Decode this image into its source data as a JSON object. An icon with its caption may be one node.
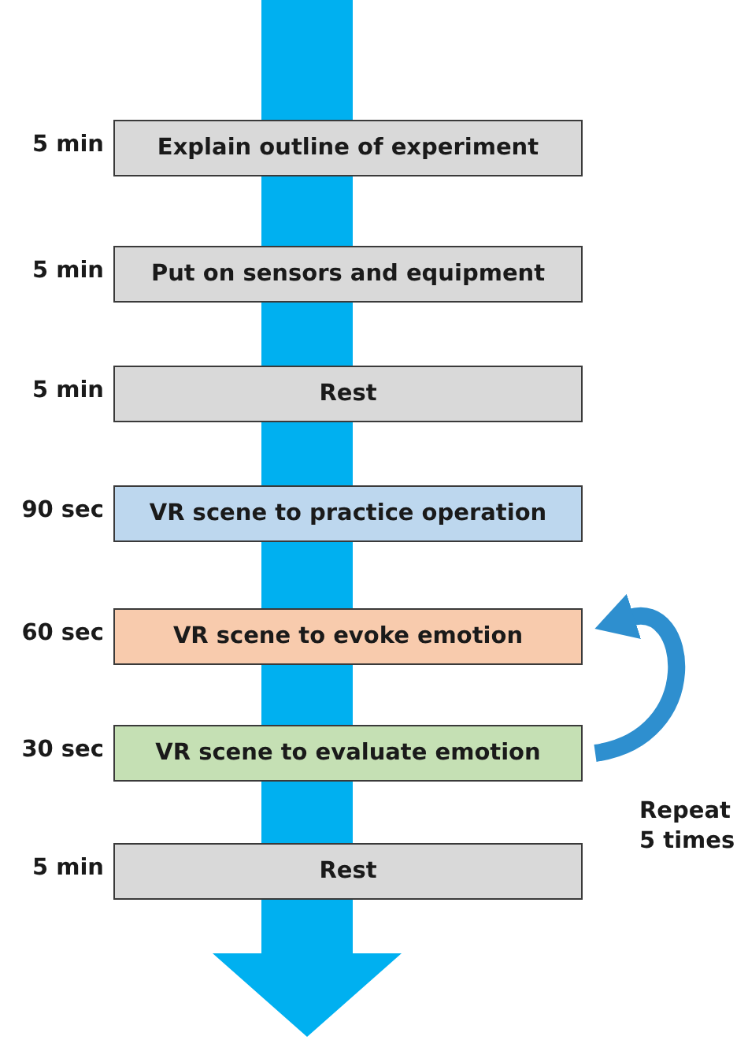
{
  "diagram": {
    "nodes": [
      {
        "text": [
          "Explain outline of experiment"
        ],
        "beside": [
          "5 min"
        ]
      },
      {
        "text": [
          "Put on sensors and equipment"
        ],
        "beside": [
          "5 min"
        ]
      },
      {
        "text": [
          "Rest"
        ],
        "beside": [
          "5 min"
        ]
      },
      {
        "text": [
          "VR scene to practice operation"
        ],
        "beside": [
          "90 sec"
        ]
      },
      {
        "text": [
          "VR scene to evoke emotion"
        ],
        "beside": [
          "60 sec"
        ]
      },
      {
        "text": [
          "VR scene to evaluate emotion"
        ],
        "beside": [
          "30 sec"
        ]
      },
      {
        "text": [
          "Rest"
        ],
        "beside": [
          "5 min"
        ]
      }
    ],
    "edges": [
      {
        "from": 5,
        "to": 4,
        "arrow": "to",
        "label": "Repeat 5 times"
      }
    ]
  }
}
